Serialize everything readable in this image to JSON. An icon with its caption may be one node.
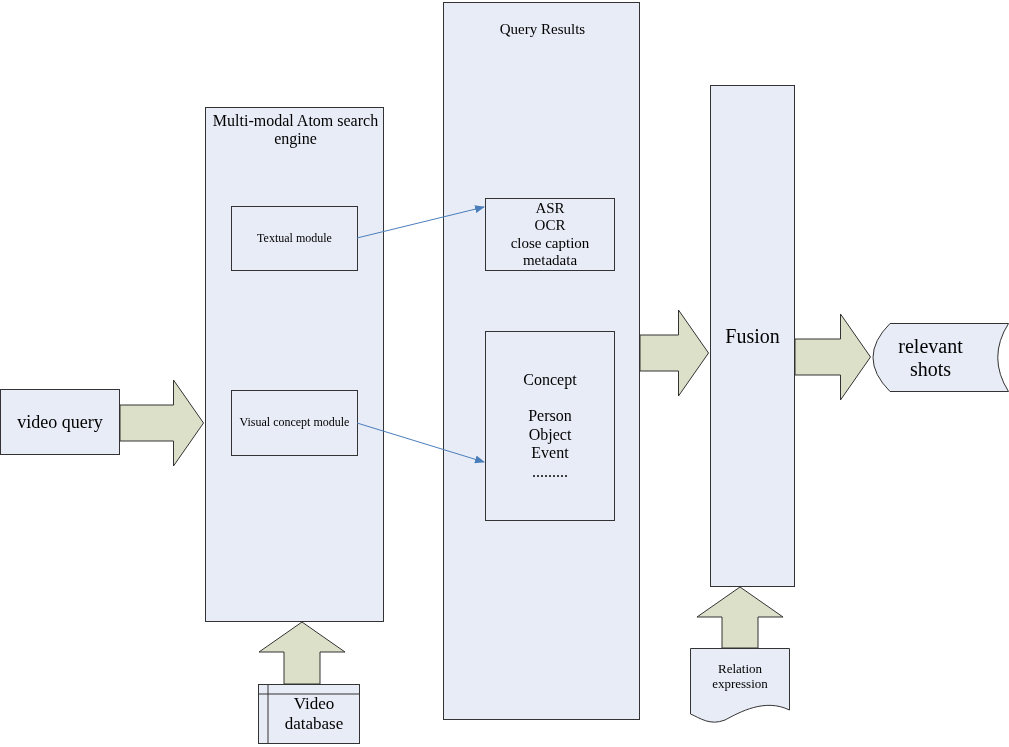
{
  "diagram": {
    "nodes": [
      {
        "text": [
          "video query"
        ]
      },
      {
        "text": [
          "Multi-modal Atom search engine"
        ]
      },
      {
        "text": [
          "Textual module"
        ],
        "in": 1
      },
      {
        "text": [
          "Visual concept module"
        ],
        "in": 1
      },
      {
        "text": [
          "Video database"
        ]
      },
      {
        "text": [
          "Query Results"
        ]
      },
      {
        "text": [
          "ASR",
          "OCR",
          "close caption",
          "metadata"
        ],
        "in": 5
      },
      {
        "text": [
          "Concept",
          "Person",
          "Object",
          "Event",
          "........."
        ],
        "in": 5
      },
      {
        "text": [
          "Fusion"
        ]
      },
      {
        "text": [
          "Relation expression"
        ]
      },
      {
        "text": [
          "relevant shots"
        ]
      }
    ],
    "edges": [
      {
        "from": 0,
        "to": 1,
        "arrow": "to",
        "style": "thick"
      },
      {
        "from": 2,
        "to": 6,
        "arrow": "to",
        "color": "#4a7ebb"
      },
      {
        "from": 3,
        "to": 7,
        "arrow": "to",
        "color": "#4a7ebb"
      },
      {
        "from": 4,
        "to": 1,
        "arrow": "to",
        "style": "thick"
      },
      {
        "from": 5,
        "to": 8,
        "arrow": "to",
        "style": "thick"
      },
      {
        "from": 9,
        "to": 8,
        "arrow": "to",
        "style": "thick"
      },
      {
        "from": 8,
        "to": 10,
        "arrow": "to",
        "style": "thick"
      }
    ]
  }
}
